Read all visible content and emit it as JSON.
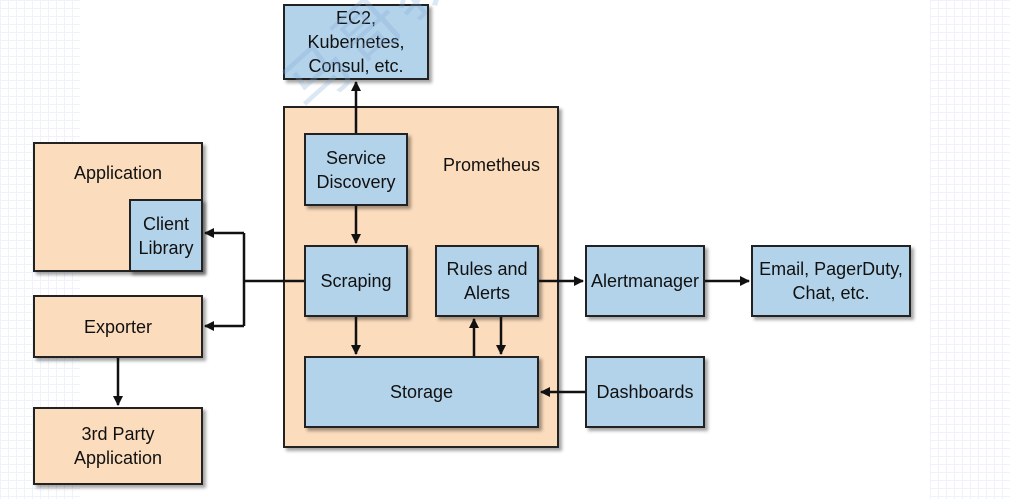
{
  "nodes": {
    "ec2": "EC2, Kubernetes,\nConsul, etc.",
    "prometheus": "Prometheus",
    "service_discovery": "Service\nDiscovery",
    "application": "Application",
    "client_library": "Client\nLibrary",
    "exporter": "Exporter",
    "third_party": "3rd Party\nApplication",
    "scraping": "Scraping",
    "rules_alerts": "Rules and\nAlerts",
    "storage": "Storage",
    "alertmanager": "Alertmanager",
    "email": "Email, PagerDuty,\nChat, etc.",
    "dashboards": "Dashboards"
  },
  "colors": {
    "component_fill": "#b3d3ea",
    "container_fill": "#fbdcbd",
    "stroke": "#222222"
  },
  "watermark": "马哥教育 www.magedu.com"
}
